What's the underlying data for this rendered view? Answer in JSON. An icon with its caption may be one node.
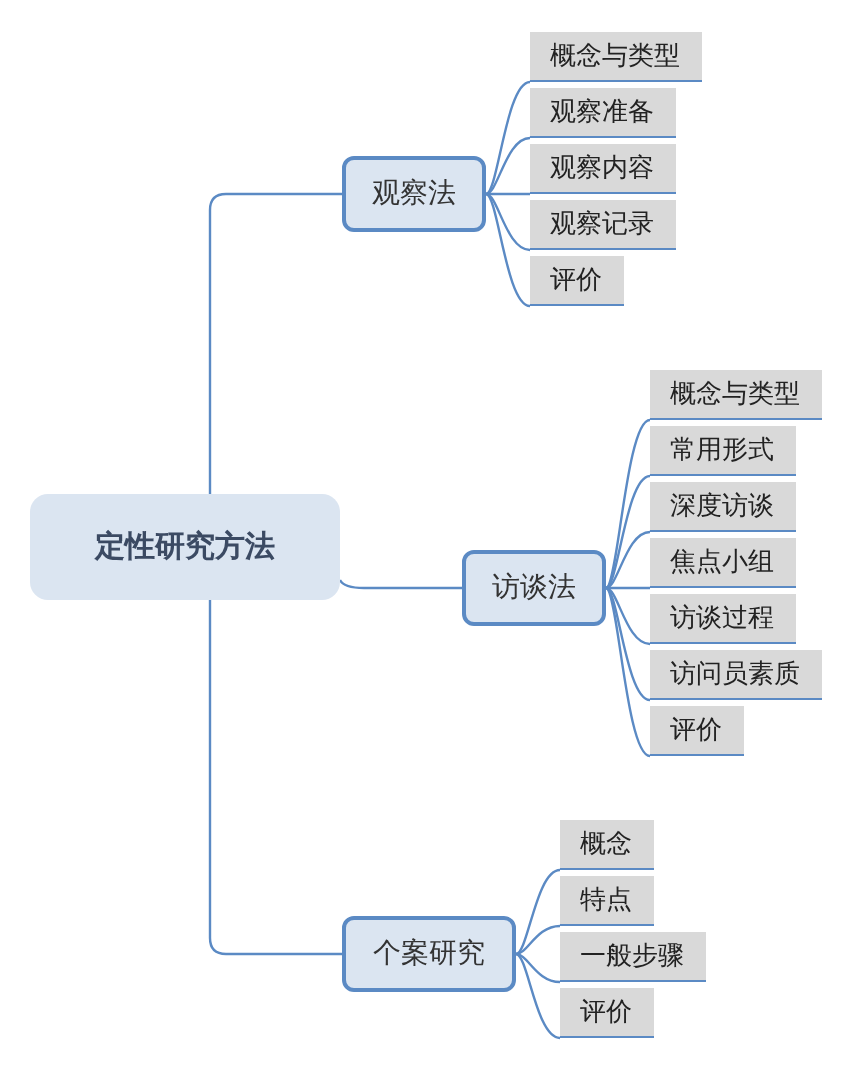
{
  "diagram": {
    "nodes": [
      {
        "text": [
          "定性研究方法"
        ]
      },
      {
        "text": [
          "观察法"
        ]
      },
      {
        "text": [
          "概念与类型"
        ]
      },
      {
        "text": [
          "观察准备"
        ]
      },
      {
        "text": [
          "观察内容"
        ]
      },
      {
        "text": [
          "观察记录"
        ]
      },
      {
        "text": [
          "评价"
        ]
      },
      {
        "text": [
          "访谈法"
        ]
      },
      {
        "text": [
          "概念与类型"
        ]
      },
      {
        "text": [
          "常用形式"
        ]
      },
      {
        "text": [
          "深度访谈"
        ]
      },
      {
        "text": [
          "焦点小组"
        ]
      },
      {
        "text": [
          "访谈过程"
        ]
      },
      {
        "text": [
          "访问员素质"
        ]
      },
      {
        "text": [
          "评价"
        ]
      },
      {
        "text": [
          "个案研究"
        ]
      },
      {
        "text": [
          "概念"
        ]
      },
      {
        "text": [
          "特点"
        ]
      },
      {
        "text": [
          "一般步骤"
        ]
      },
      {
        "text": [
          "评价"
        ]
      }
    ],
    "edges": [
      {
        "from": 0,
        "to": 1,
        "arrow": "none"
      },
      {
        "from": 1,
        "to": 2,
        "arrow": "none"
      },
      {
        "from": 1,
        "to": 3,
        "arrow": "none"
      },
      {
        "from": 1,
        "to": 4,
        "arrow": "none"
      },
      {
        "from": 1,
        "to": 5,
        "arrow": "none"
      },
      {
        "from": 1,
        "to": 6,
        "arrow": "none"
      },
      {
        "from": 0,
        "to": 7,
        "arrow": "none"
      },
      {
        "from": 7,
        "to": 8,
        "arrow": "none"
      },
      {
        "from": 7,
        "to": 9,
        "arrow": "none"
      },
      {
        "from": 7,
        "to": 10,
        "arrow": "none"
      },
      {
        "from": 7,
        "to": 11,
        "arrow": "none"
      },
      {
        "from": 7,
        "to": 12,
        "arrow": "none"
      },
      {
        "from": 7,
        "to": 13,
        "arrow": "none"
      },
      {
        "from": 7,
        "to": 14,
        "arrow": "none"
      },
      {
        "from": 0,
        "to": 15,
        "arrow": "none"
      },
      {
        "from": 15,
        "to": 16,
        "arrow": "none"
      },
      {
        "from": 15,
        "to": 17,
        "arrow": "none"
      },
      {
        "from": 15,
        "to": 18,
        "arrow": "none"
      },
      {
        "from": 15,
        "to": 19,
        "arrow": "none"
      }
    ]
  }
}
